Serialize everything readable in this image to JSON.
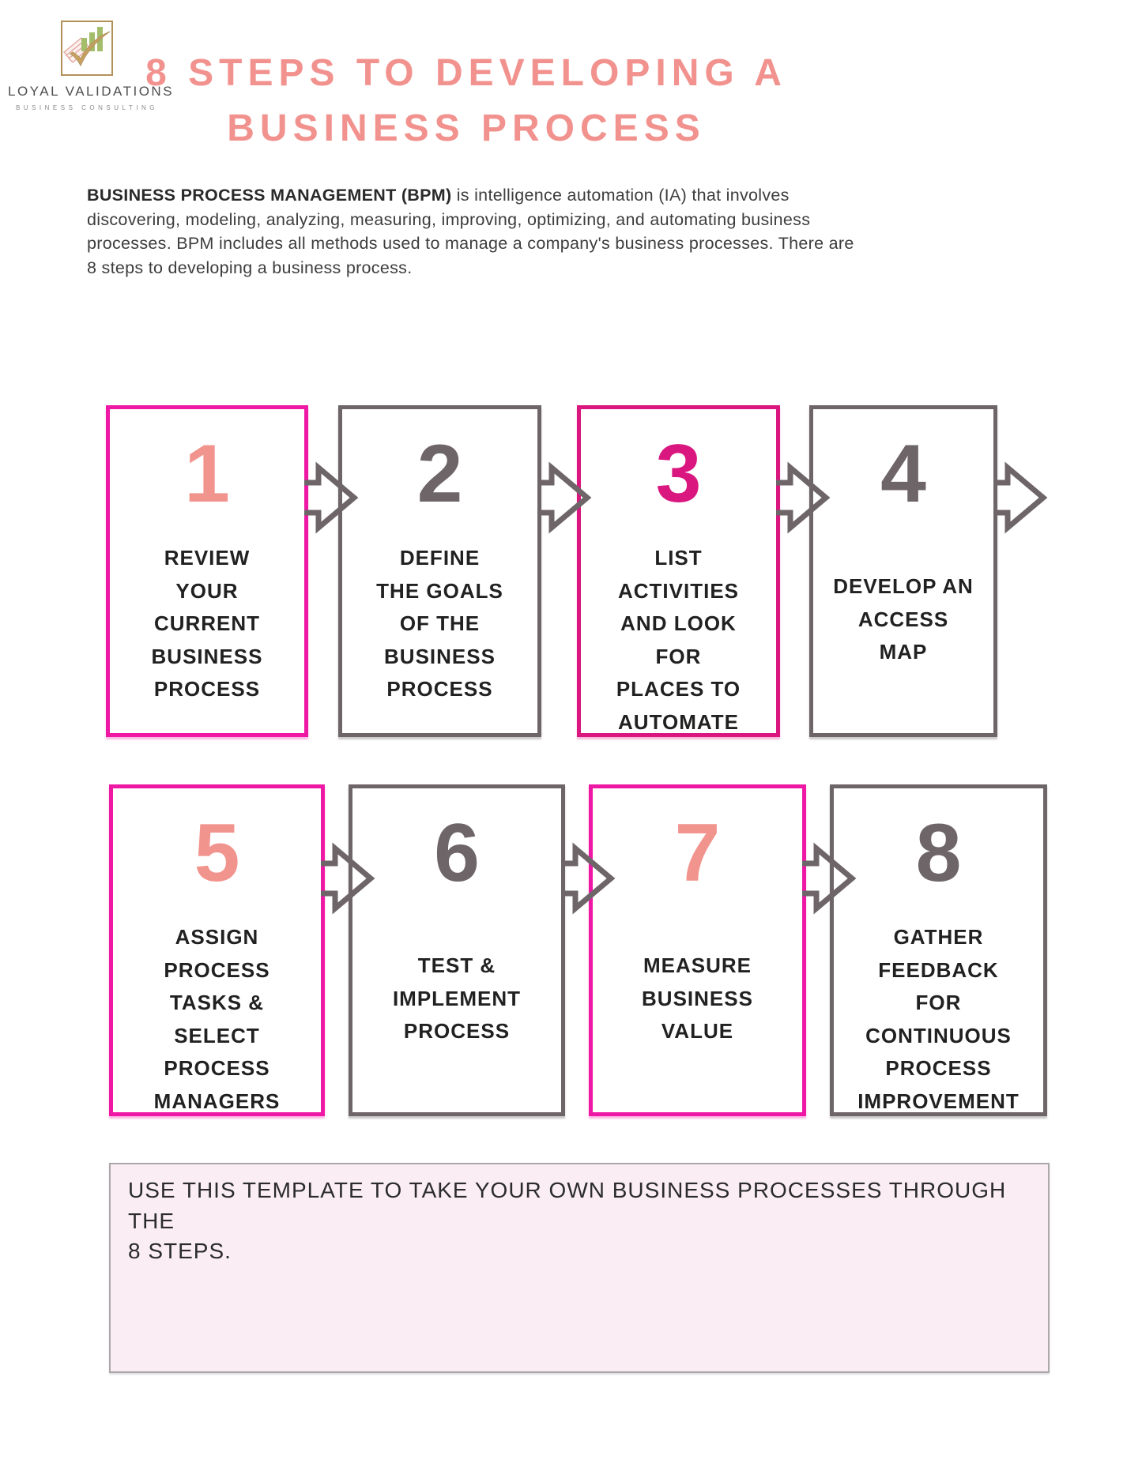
{
  "colors": {
    "pink": "#EE18A4",
    "deep_pink": "#D9177F",
    "salmon": "#F2948E",
    "gray": "#6E6569",
    "title": "#F2928E",
    "text": "#212121",
    "body": "#3D3D3D",
    "note_bg": "#FAEEF4",
    "note_border": "#ABA7AA",
    "gold": "#B29159",
    "green": "#A3BD6B",
    "logo_text": "#4E4E4E"
  },
  "logo": {
    "name": "LOYAL VALIDATIONS",
    "tagline": "BUSINESS CONSULTING",
    "icon": "book-chart-checkmark-icon"
  },
  "header": {
    "title": "8 STEPS TO DEVELOPING A\nBUSINESS PROCESS"
  },
  "intro": {
    "lead": "BUSINESS PROCESS MANAGEMENT (BPM)",
    "rest": " is intelligence automation (IA) that involves discovering, modeling, analyzing, measuring, improving, optimizing, and automating business processes. BPM includes all methods used to manage a company's business processes. There are 8 steps to developing a business process."
  },
  "steps": [
    {
      "number": "1",
      "label": "REVIEW\nYOUR\nCURRENT\nBUSINESS\nPROCESS",
      "border": "pink",
      "number_color": "salmon",
      "arrow": "pink"
    },
    {
      "number": "2",
      "label": "DEFINE\nTHE GOALS\nOF THE\nBUSINESS\nPROCESS",
      "border": "gray",
      "number_color": "gray",
      "arrow": "gray"
    },
    {
      "number": "3",
      "label": "LIST\nACTIVITIES\nAND LOOK\nFOR\nPLACES TO\nAUTOMATE",
      "border": "deep_pink",
      "number_color": "deep_pink",
      "arrow": "deep_pink"
    },
    {
      "number": "4",
      "label": "DEVELOP AN\nACCESS\nMAP",
      "border": "gray",
      "number_color": "gray",
      "arrow": "gray"
    },
    {
      "number": "5",
      "label": "ASSIGN\nPROCESS\nTASKS &\nSELECT\nPROCESS\nMANAGERS",
      "border": "pink",
      "number_color": "salmon",
      "arrow": "pink"
    },
    {
      "number": "6",
      "label": "TEST &\nIMPLEMENT\nPROCESS",
      "border": "gray",
      "number_color": "gray",
      "arrow": "gray"
    },
    {
      "number": "7",
      "label": "MEASURE\nBUSINESS\nVALUE",
      "border": "pink",
      "number_color": "salmon",
      "arrow": "pink"
    },
    {
      "number": "8",
      "label": "GATHER\nFEEDBACK\nFOR\nCONTINUOUS\nPROCESS\nIMPROVEMENT",
      "border": "gray",
      "number_color": "gray",
      "arrow": null
    }
  ],
  "note": {
    "text": "USE THIS TEMPLATE TO TAKE YOUR OWN BUSINESS PROCESSES THROUGH THE\n8 STEPS."
  }
}
